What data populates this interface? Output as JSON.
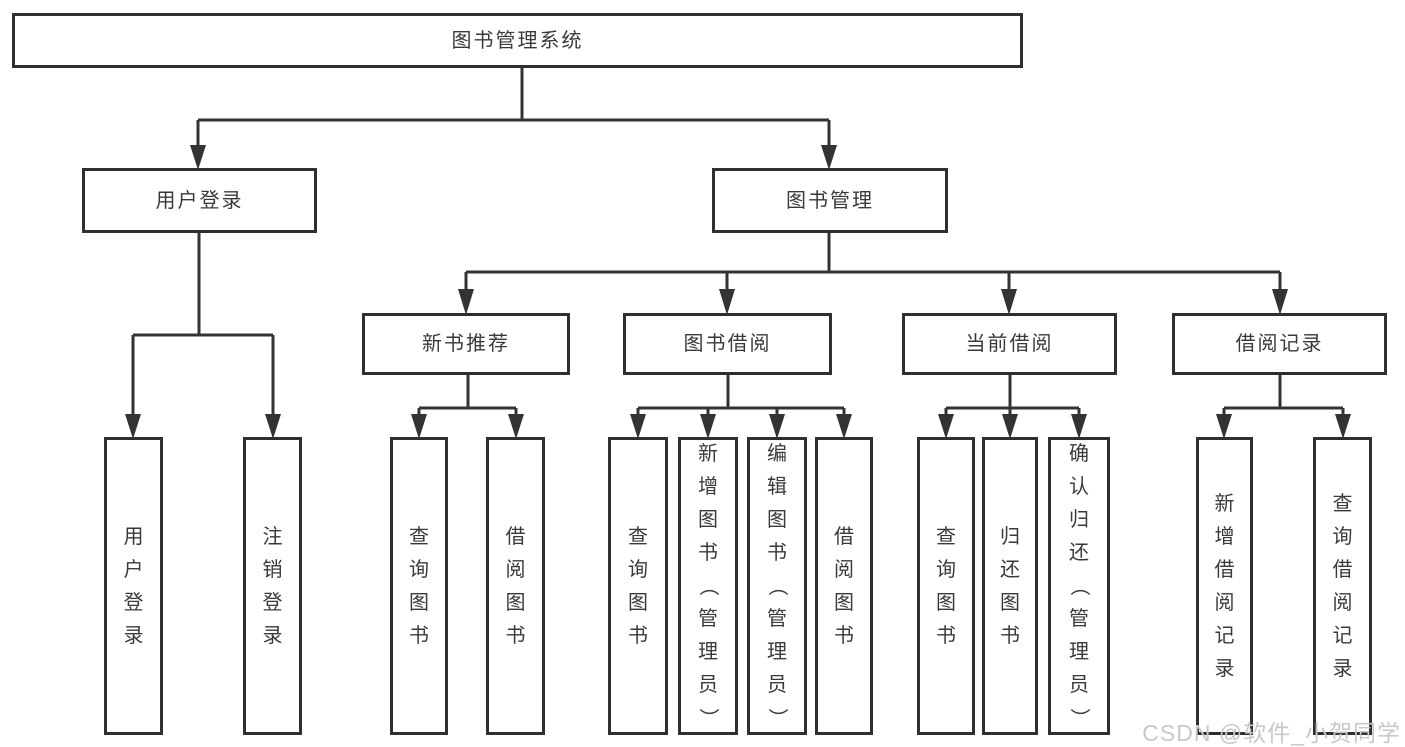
{
  "tree": {
    "label": "图书管理系统",
    "children": [
      {
        "label": "用户登录",
        "children": [
          {
            "label": "用户登录"
          },
          {
            "label": "注销登录"
          }
        ]
      },
      {
        "label": "图书管理",
        "children": [
          {
            "label": "新书推荐",
            "children": [
              {
                "label": "查询图书"
              },
              {
                "label": "借阅图书"
              }
            ]
          },
          {
            "label": "图书借阅",
            "children": [
              {
                "label": "查询图书"
              },
              {
                "label": "新增图书（管理员）"
              },
              {
                "label": "编辑图书（管理员）"
              },
              {
                "label": "借阅图书"
              }
            ]
          },
          {
            "label": "当前借阅",
            "children": [
              {
                "label": "查询图书"
              },
              {
                "label": "归还图书"
              },
              {
                "label": "确认归还（管理员）"
              }
            ]
          },
          {
            "label": "借阅记录",
            "children": [
              {
                "label": "新增借阅记录"
              },
              {
                "label": "查询借阅记录"
              }
            ]
          }
        ]
      }
    ]
  },
  "watermark": {
    "text": "CSDN @软件_小贺同学"
  },
  "colors": {
    "line": "#333333",
    "box_border": "#2f2f2f",
    "text": "#3a3a3a",
    "watermark": "#c8c8c8",
    "background": "#ffffff"
  }
}
